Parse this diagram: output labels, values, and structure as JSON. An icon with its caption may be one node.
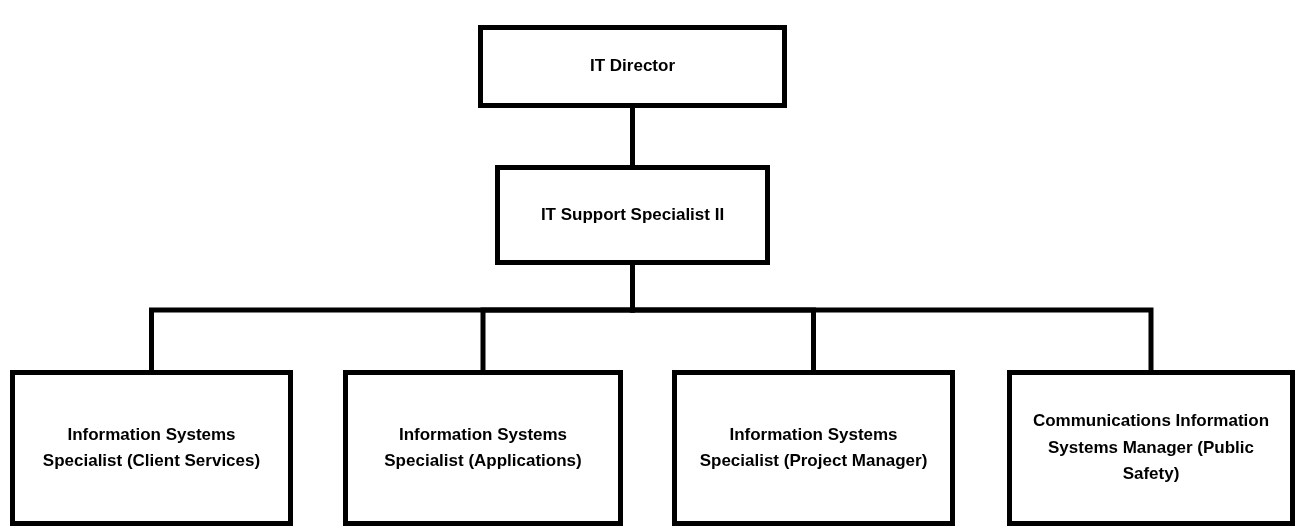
{
  "diagram": {
    "nodes": [
      {
        "text": [
          "IT Director"
        ]
      },
      {
        "text": [
          "IT Support Specialist II"
        ]
      },
      {
        "text": [
          "Information Systems Specialist (Client Services)"
        ]
      },
      {
        "text": [
          "Information Systems Specialist (Applications)"
        ]
      },
      {
        "text": [
          "Information Systems Specialist (Project Manager)"
        ]
      },
      {
        "text": [
          "Communications Information Systems Manager (Public Safety)"
        ]
      }
    ],
    "edges": [
      {
        "from": 0,
        "to": 1,
        "arrow": "none"
      },
      {
        "from": 1,
        "to": 2,
        "arrow": "none"
      },
      {
        "from": 1,
        "to": 3,
        "arrow": "none"
      },
      {
        "from": 1,
        "to": 4,
        "arrow": "none"
      },
      {
        "from": 1,
        "to": 5,
        "arrow": "none"
      }
    ]
  }
}
